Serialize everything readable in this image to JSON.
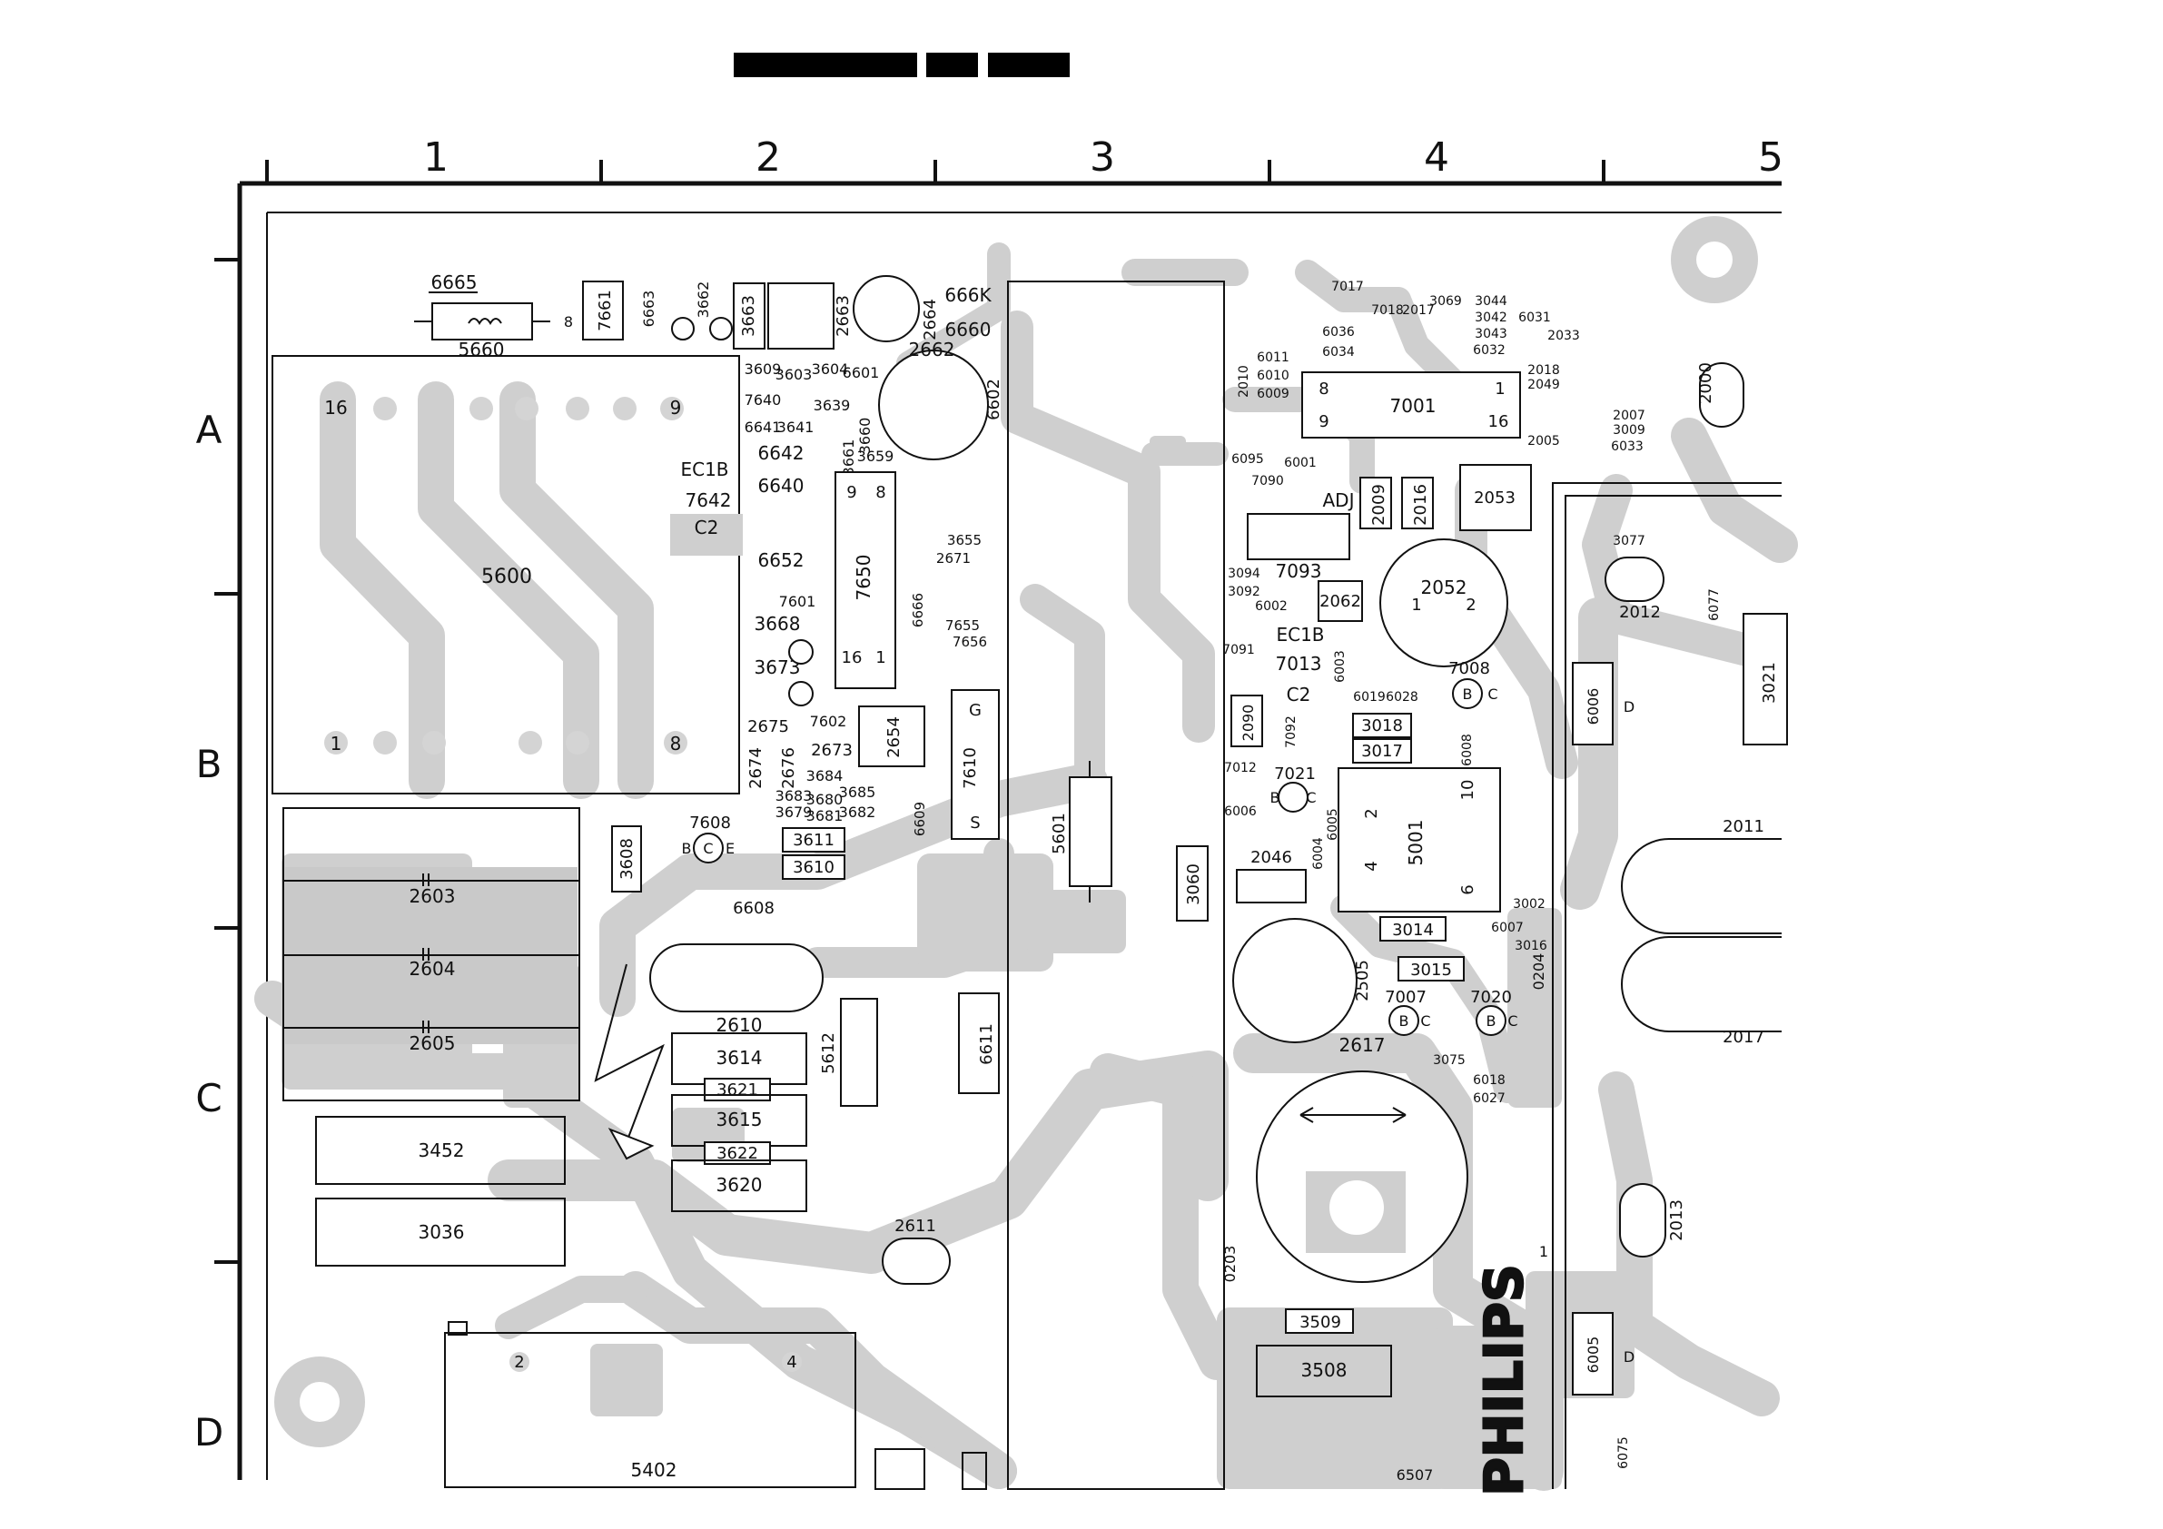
{
  "grid": {
    "columns": [
      "1",
      "2",
      "3",
      "4",
      "5"
    ],
    "rows": [
      "A",
      "B",
      "C",
      "D"
    ]
  },
  "brand": "PHILIPS",
  "components": {
    "c5660": "5660",
    "c6665": "6665",
    "c7661": "7661",
    "c6663": "6663",
    "c3662": "3662",
    "c3663": "3663",
    "c2663": "2663",
    "c2664": "2664",
    "c2662": "2662",
    "c666K": "666K",
    "c6660": "6660",
    "c6602": "6602",
    "c3609": "3609",
    "c3603": "3603",
    "c3604": "3604",
    "c6601": "6601",
    "c7640": "7640",
    "c3639": "3639",
    "c6641": "6641",
    "c3641": "3641",
    "c3661": "3661",
    "c3660": "3660",
    "c3659": "3659",
    "c6642": "6642",
    "c6640": "6640",
    "c7642": "7642",
    "c6652": "6652",
    "c7650": "7650",
    "c7601": "7601",
    "c3668": "3668",
    "c3673": "3673",
    "c2675": "2675",
    "c7602": "7602",
    "c2654": "2654",
    "c7610": "7610",
    "c2673": "2673",
    "c2674": "2674",
    "c2676": "2676",
    "c3684": "3684",
    "c3680": "3680",
    "c3685": "3685",
    "c3681": "3681",
    "c3682": "3682",
    "c3679": "3679",
    "c3683": "3683",
    "c6609": "6609",
    "c6666": "6666",
    "c7655": "7655",
    "c3655": "3655",
    "c2671": "2671",
    "c7656": "7656",
    "c5600": "5600",
    "c2603": "2603",
    "c2604": "2604",
    "c2605": "2605",
    "c3608": "3608",
    "c7608": "7608",
    "c3611": "3611",
    "c3610": "3610",
    "c6608": "6608",
    "c2610": "2610",
    "c3614": "3614",
    "c3621": "3621",
    "c3615": "3615",
    "c3622": "3622",
    "c3620": "3620",
    "c5612": "5612",
    "c6611": "6611",
    "c3452": "3452",
    "c3036": "3036",
    "c2611": "2611",
    "c5402": "5402",
    "c5601": "5601",
    "c3060": "3060",
    "c7001": "7001",
    "c2010": "2010",
    "c6011": "6011",
    "c6010": "6010",
    "c6009": "6009",
    "c6036": "6036",
    "c6034": "6034",
    "c7017": "7017",
    "c7018": "7018",
    "c2017": "2017",
    "c3069": "3069",
    "c3044": "3044",
    "c6031": "6031",
    "c2033": "2033",
    "c2018": "2018",
    "c2049": "2049",
    "c2007": "2007",
    "c3009": "3009",
    "c6033": "6033",
    "c2005": "2005",
    "c6032": "6032",
    "c3042": "3042",
    "c3043": "3043",
    "c2000": "2000",
    "c2009": "2009",
    "c2016": "2016",
    "c2053": "2053",
    "c7090": "7090",
    "c6095": "6095",
    "c6001": "6001",
    "c7093": "7093",
    "c3094": "3094",
    "c3092": "3092",
    "c6002": "6002",
    "c2062": "2062",
    "c2052": "2052",
    "c7013": "7013",
    "c6003": "6003",
    "c7008": "7008",
    "c7091": "7091",
    "c2090": "2090",
    "c7092": "7092",
    "c6019": "6019",
    "c6028": "6028",
    "c3018": "3018",
    "c3017": "3017",
    "c6008": "6008",
    "c7012": "7012",
    "c7021": "7021",
    "c6006": "6006",
    "c2046": "2046",
    "c6004": "6004",
    "c6005": "6005",
    "c5001": "5001",
    "c3014": "3014",
    "c6007": "6007",
    "c3016": "3016",
    "c3002": "3002",
    "c0204": "0204",
    "c2505": "2505",
    "c3015": "3015",
    "c7007": "7007",
    "c7020": "7020",
    "c2617": "2617",
    "c3075": "3075",
    "c6018": "6018",
    "c6027": "6027",
    "c0203": "0203",
    "c3509": "3509",
    "c3508": "3508",
    "c3077": "3077",
    "c2012": "2012",
    "c6077": "6077",
    "c3021": "3021",
    "c6006b": "6006",
    "c2011": "2011",
    "c2017b": "2017",
    "c2013": "2013",
    "c6005b": "6005",
    "c6507": "6507",
    "c6075": "6075",
    "pin16": "16",
    "pin9": "9",
    "pin1": "1",
    "pin8": "8",
    "pin9b": "9",
    "pin8b": "8",
    "pin16b": "16",
    "pin1b": "1",
    "pin8c": "8",
    "pin1c": "1",
    "pin9c": "9",
    "pin16c": "16",
    "ec1b": "EC1B",
    "c2lbl": "C2",
    "ec1b2": "EC1B",
    "c2lbl2": "C2",
    "adj": "ADJ",
    "pin10": "10",
    "pin2": "2",
    "pin4": "4",
    "pin6": "6",
    "pin2b": "2",
    "pin4b": "4",
    "b1": "B",
    "c1": "C",
    "e1": "E",
    "b2": "B",
    "c2": "C",
    "b3": "B",
    "c3": "C",
    "b4": "B",
    "c4": "C",
    "b5": "B",
    "c5": "C",
    "g1": "G",
    "s1": "S",
    "d1": "D",
    "d2": "D",
    "t1": "1",
    "t2": "2",
    "t1b": "1"
  },
  "colors": {
    "copper": "#cfcfcf",
    "ink": "#111111",
    "background": "#ffffff"
  }
}
